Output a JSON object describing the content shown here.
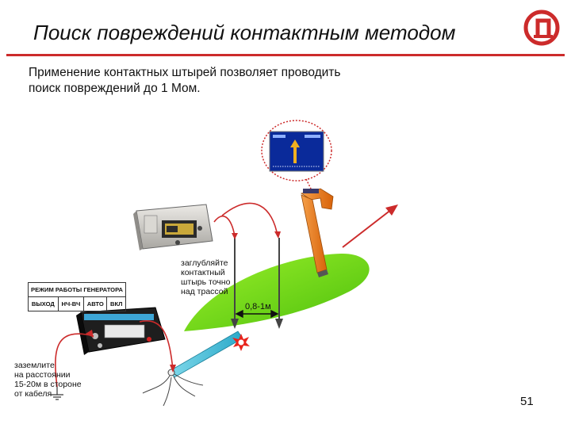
{
  "slide": {
    "title": "Поиск повреждений контактным методом",
    "intro_lines": [
      "Применение контактных штырей позволяет проводить",
      "поиск повреждений до 1 Мом."
    ],
    "page_number": "51",
    "logo_icon": "company-logo-icon",
    "accent_color": "#cc2b2b"
  },
  "illustration": {
    "stake_note_lines": [
      "заглубляйте",
      "контактный",
      "штырь точно",
      "над трассой"
    ],
    "ground_note_lines": [
      "заземлите",
      "на расстоянии",
      "15-20м в стороне",
      "от кабеля"
    ],
    "distance_label": "0,8-1м",
    "generator_table": {
      "header": "РЕЖИМ РАБОТЫ ГЕНЕРАТОРА",
      "cells": [
        "ВЫХОД",
        "НЧ-ВЧ",
        "АВТО",
        "ВКЛ"
      ]
    }
  }
}
